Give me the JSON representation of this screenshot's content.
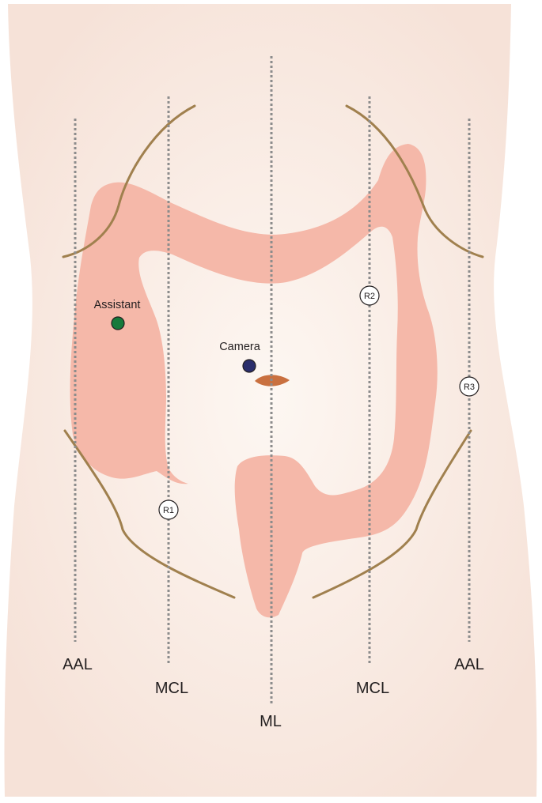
{
  "guide_lines": {
    "aal_left": "AAL",
    "mcl_left": "MCL",
    "ml": "ML",
    "mcl_right": "MCL",
    "aal_right": "AAL"
  },
  "ports": {
    "assistant": {
      "label": "Assistant",
      "color": "#167a3c"
    },
    "camera": {
      "label": "Camera",
      "color": "#2a2d6b"
    },
    "r1": {
      "label": "R1"
    },
    "r2": {
      "label": "R2"
    },
    "r3": {
      "label": "R3"
    }
  },
  "colors": {
    "torso": "#f6e2d8",
    "torso_center": "#fdf7f2",
    "colon": "#f5b8a9",
    "bone": "#a0804e",
    "umbilicus": "#c9703f",
    "guide_line": "#8c8c8c"
  }
}
